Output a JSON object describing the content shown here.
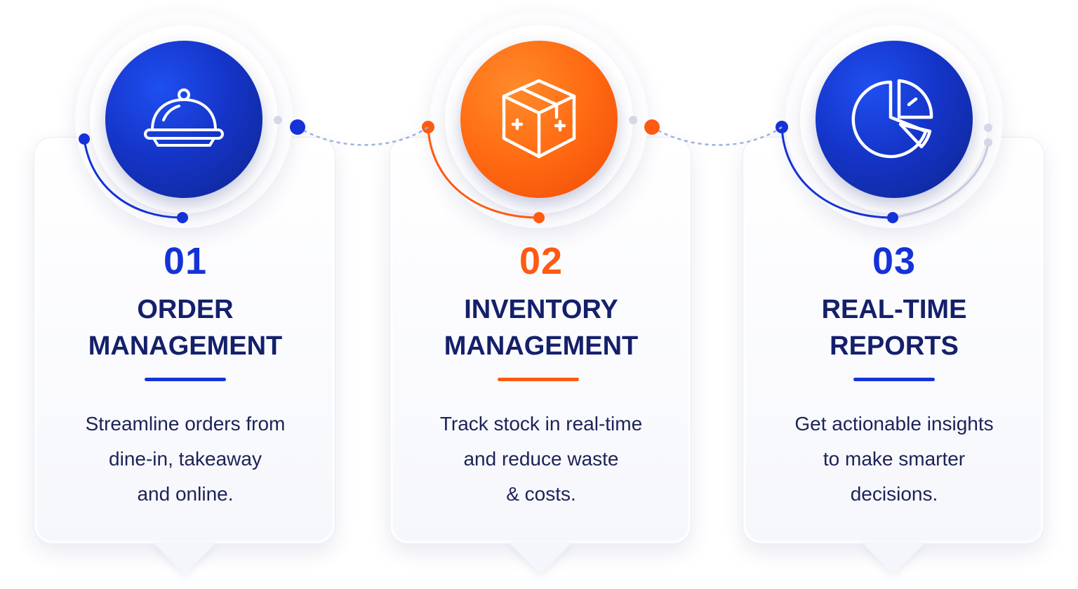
{
  "colors": {
    "blue": "#1532d8",
    "orange": "#ff5a12",
    "navy": "#15206b",
    "text": "#1c2357"
  },
  "steps": [
    {
      "number": "01",
      "title_line1": "ORDER",
      "title_line2": "MANAGEMENT",
      "desc_line1": "Streamline orders from",
      "desc_line2": "dine-in, takeaway",
      "desc_line3": "and online.",
      "icon": "cloche-icon",
      "accent": "blue"
    },
    {
      "number": "02",
      "title_line1": "INVENTORY",
      "title_line2": "MANAGEMENT",
      "desc_line1": "Track stock in real-time",
      "desc_line2": "and reduce waste",
      "desc_line3": "& costs.",
      "icon": "box-icon",
      "accent": "orange"
    },
    {
      "number": "03",
      "title_line1": "REAL-TIME",
      "title_line2": "REPORTS",
      "desc_line1": "Get actionable insights",
      "desc_line2": "to make smarter",
      "desc_line3": "decisions.",
      "icon": "pie-chart-icon",
      "accent": "blue"
    }
  ]
}
